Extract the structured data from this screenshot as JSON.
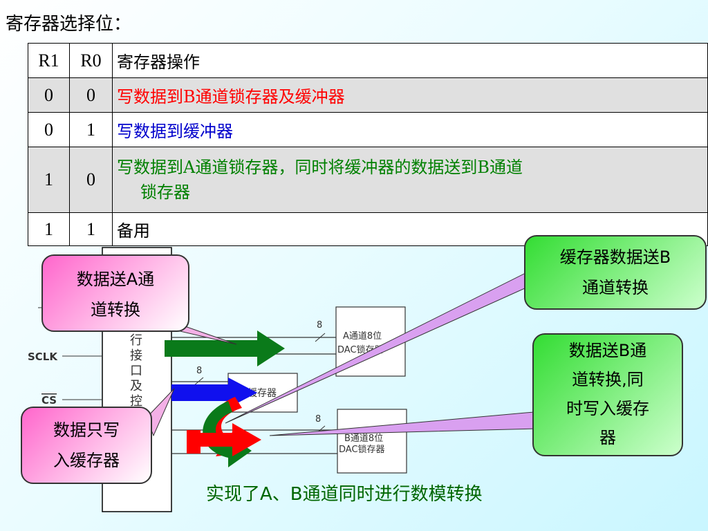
{
  "title": "寄存器选择位：",
  "table": {
    "headers": [
      "R1",
      "R0",
      "寄存器操作"
    ],
    "rows": [
      {
        "r1": "0",
        "r0": "0",
        "op": "写数据到B通道锁存器及缓冲器",
        "color": "#ff0000"
      },
      {
        "r1": "0",
        "r0": "1",
        "op": "写数据到缓冲器",
        "color": "#0000cc"
      },
      {
        "r1": "1",
        "r0": "0",
        "op_line1": "写数据到A通道锁存器，同时将缓冲器的数据送到B通道",
        "op_line2": "锁存器",
        "color": "#008000"
      },
      {
        "r1": "1",
        "r0": "1",
        "op": "备用",
        "color": "#000000"
      }
    ]
  },
  "callouts": {
    "send_a": [
      "数据送A通",
      "道转换"
    ],
    "write_buffer": [
      "数据只写",
      "入缓存器"
    ],
    "buffer_to_b": [
      "缓存器数据送B",
      "通道转换"
    ],
    "send_b": [
      "数据送B通",
      "道转换,同",
      "时写入缓存",
      "器"
    ]
  },
  "diagram": {
    "sclk": "SCLK",
    "cs": "CS",
    "interface_text": [
      "行",
      "接",
      "口",
      "及",
      "控"
    ],
    "bus_width": "8",
    "dac_a": [
      "A通道8位",
      "DAC锁存器"
    ],
    "buffer": "缓存器",
    "dac_b": [
      "B通道8位",
      "DAC锁存器"
    ]
  },
  "caption": "实现了A、B通道同时进行数模转换",
  "colors": {
    "arrow_green": "#0a7a1a",
    "arrow_blue": "#1010ee",
    "arrow_red": "#ff0000"
  }
}
